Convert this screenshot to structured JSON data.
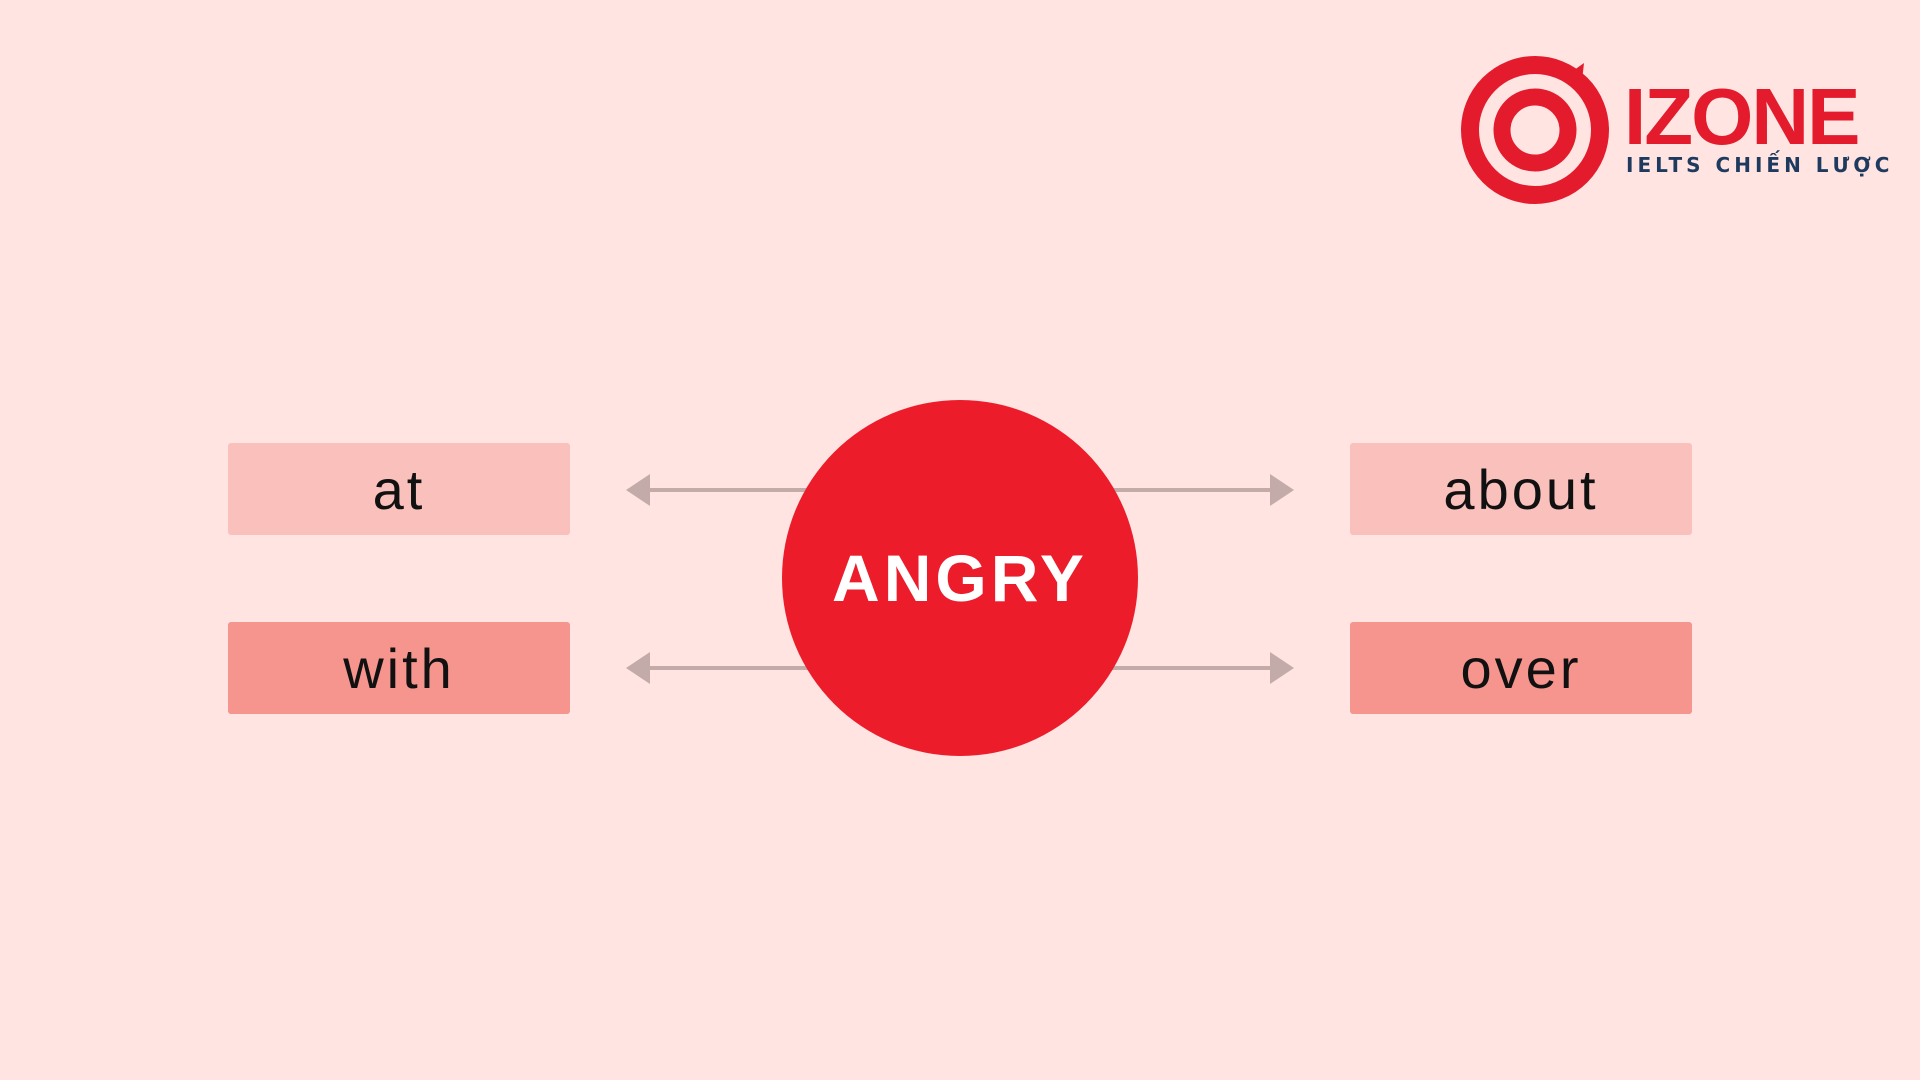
{
  "colors": {
    "background": "#FFE4E2",
    "brand_red": "#E31B2C",
    "brand_navy": "#1F3A5F",
    "center_fill": "#EC1C2B",
    "light_box": "#F9C0BC",
    "dark_box": "#F5958E",
    "arrow": "#C2ABA9"
  },
  "logo": {
    "name": "IZONE",
    "tagline": "IELTS CHIẾN LƯỢC",
    "icon": "target-icon"
  },
  "center": {
    "label": "ANGRY"
  },
  "prepositions": {
    "left_top": "at",
    "left_bottom": "with",
    "right_top": "about",
    "right_bottom": "over"
  }
}
